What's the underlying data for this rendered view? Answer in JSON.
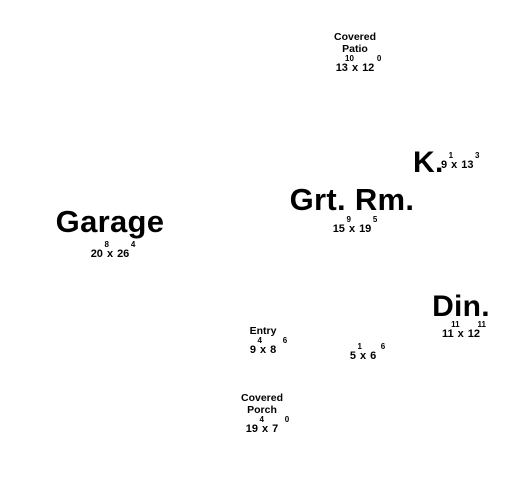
{
  "rooms": {
    "covered_patio": {
      "name_line1": "Covered",
      "name_line2": "Patio",
      "w": "13",
      "w_in": "10",
      "x": "x",
      "d": "12",
      "d_in": "0"
    },
    "kitchen": {
      "name": "K.",
      "w": "9",
      "w_in": "1",
      "x": "x",
      "d": "13",
      "d_in": "3"
    },
    "great_room": {
      "name": "Grt. Rm.",
      "w": "15",
      "w_in": "9",
      "x": "x",
      "d": "19",
      "d_in": "5"
    },
    "garage": {
      "name": "Garage",
      "w": "20",
      "w_in": "8",
      "x": "x",
      "d": "26",
      "d_in": "4"
    },
    "dining": {
      "name": "Din.",
      "w": "11",
      "w_in": "11",
      "x": "x",
      "d": "12",
      "d_in": "11"
    },
    "entry": {
      "name": "Entry",
      "w": "9",
      "w_in": "4",
      "x": "x",
      "d": "8",
      "d_in": "6"
    },
    "unlabeled": {
      "w": "5",
      "w_in": "1",
      "x": "x",
      "d": "6",
      "d_in": "6"
    },
    "covered_porch": {
      "name_line1": "Covered",
      "name_line2": "Porch",
      "w": "19",
      "w_in": "4",
      "x": "x",
      "d": "7",
      "d_in": "0"
    }
  }
}
